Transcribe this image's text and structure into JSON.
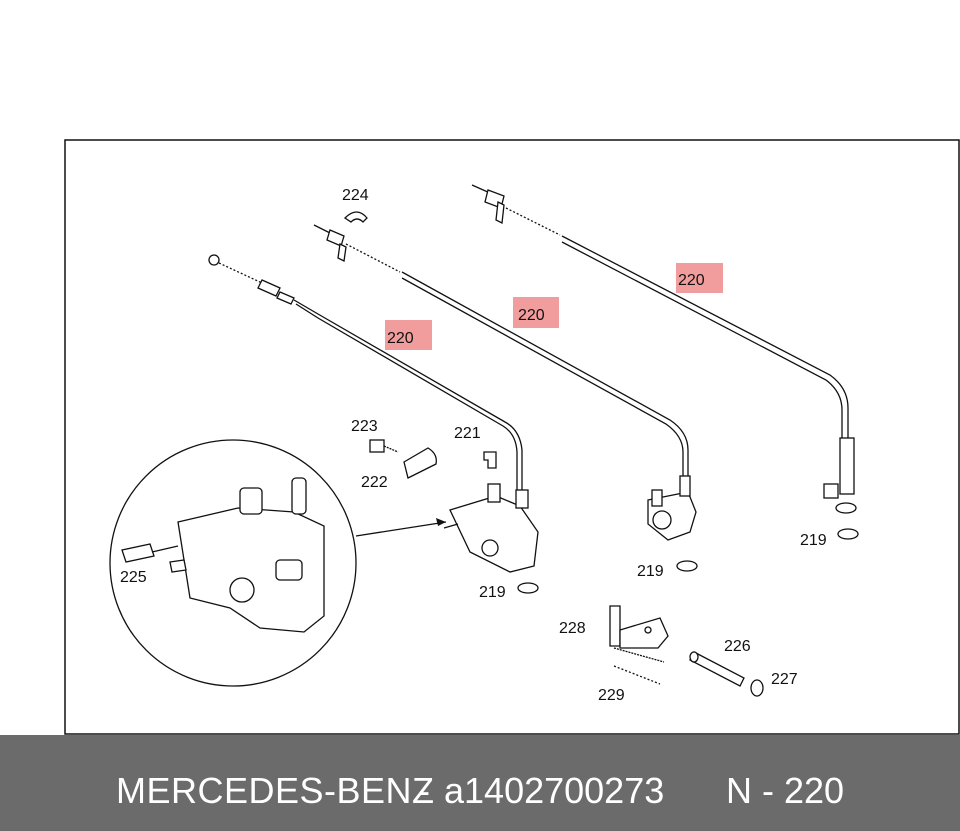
{
  "labels": {
    "l224": "224",
    "l220a": "220",
    "l220b": "220",
    "l220c": "220",
    "l223": "223",
    "l221": "221",
    "l222": "222",
    "l225": "225",
    "l219a": "219",
    "l219b": "219",
    "l219c": "219",
    "l228": "228",
    "l226": "226",
    "l227": "227",
    "l229": "229"
  },
  "footer": {
    "brand": "MERCEDES-BENZ",
    "separator": "-",
    "part_number": "a1402700273",
    "position": "N - 220"
  },
  "colors": {
    "highlight": "#f08c8c",
    "footer_bg": "#6b6b6b",
    "footer_text": "#ffffff"
  }
}
